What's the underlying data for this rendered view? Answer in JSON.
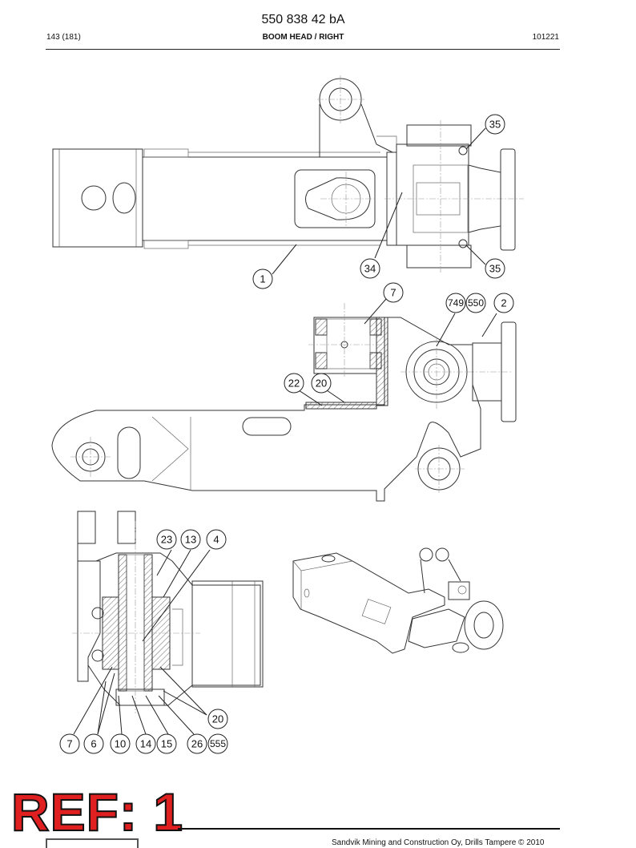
{
  "header": {
    "doc_number": "550 838 42 bA",
    "page_count": "143 (181)",
    "section_title": "BOOM HEAD / RIGHT",
    "date_code": "101221"
  },
  "footer": {
    "copyright": "Sandvik Mining and Construction Oy, Drills Tampere © 2010"
  },
  "ref_stamp": "REF: 1",
  "callouts": {
    "c35a": "35",
    "c35b": "35",
    "c34": "34",
    "c1": "1",
    "c7a": "7",
    "c749": "749",
    "c550": "550",
    "c2": "2",
    "c22": "22",
    "c20a": "20",
    "c23": "23",
    "c13": "13",
    "c4": "4",
    "c20b": "20",
    "c7b": "7",
    "c6": "6",
    "c10": "10",
    "c14": "14",
    "c15": "15",
    "c26": "26",
    "c555": "555"
  }
}
